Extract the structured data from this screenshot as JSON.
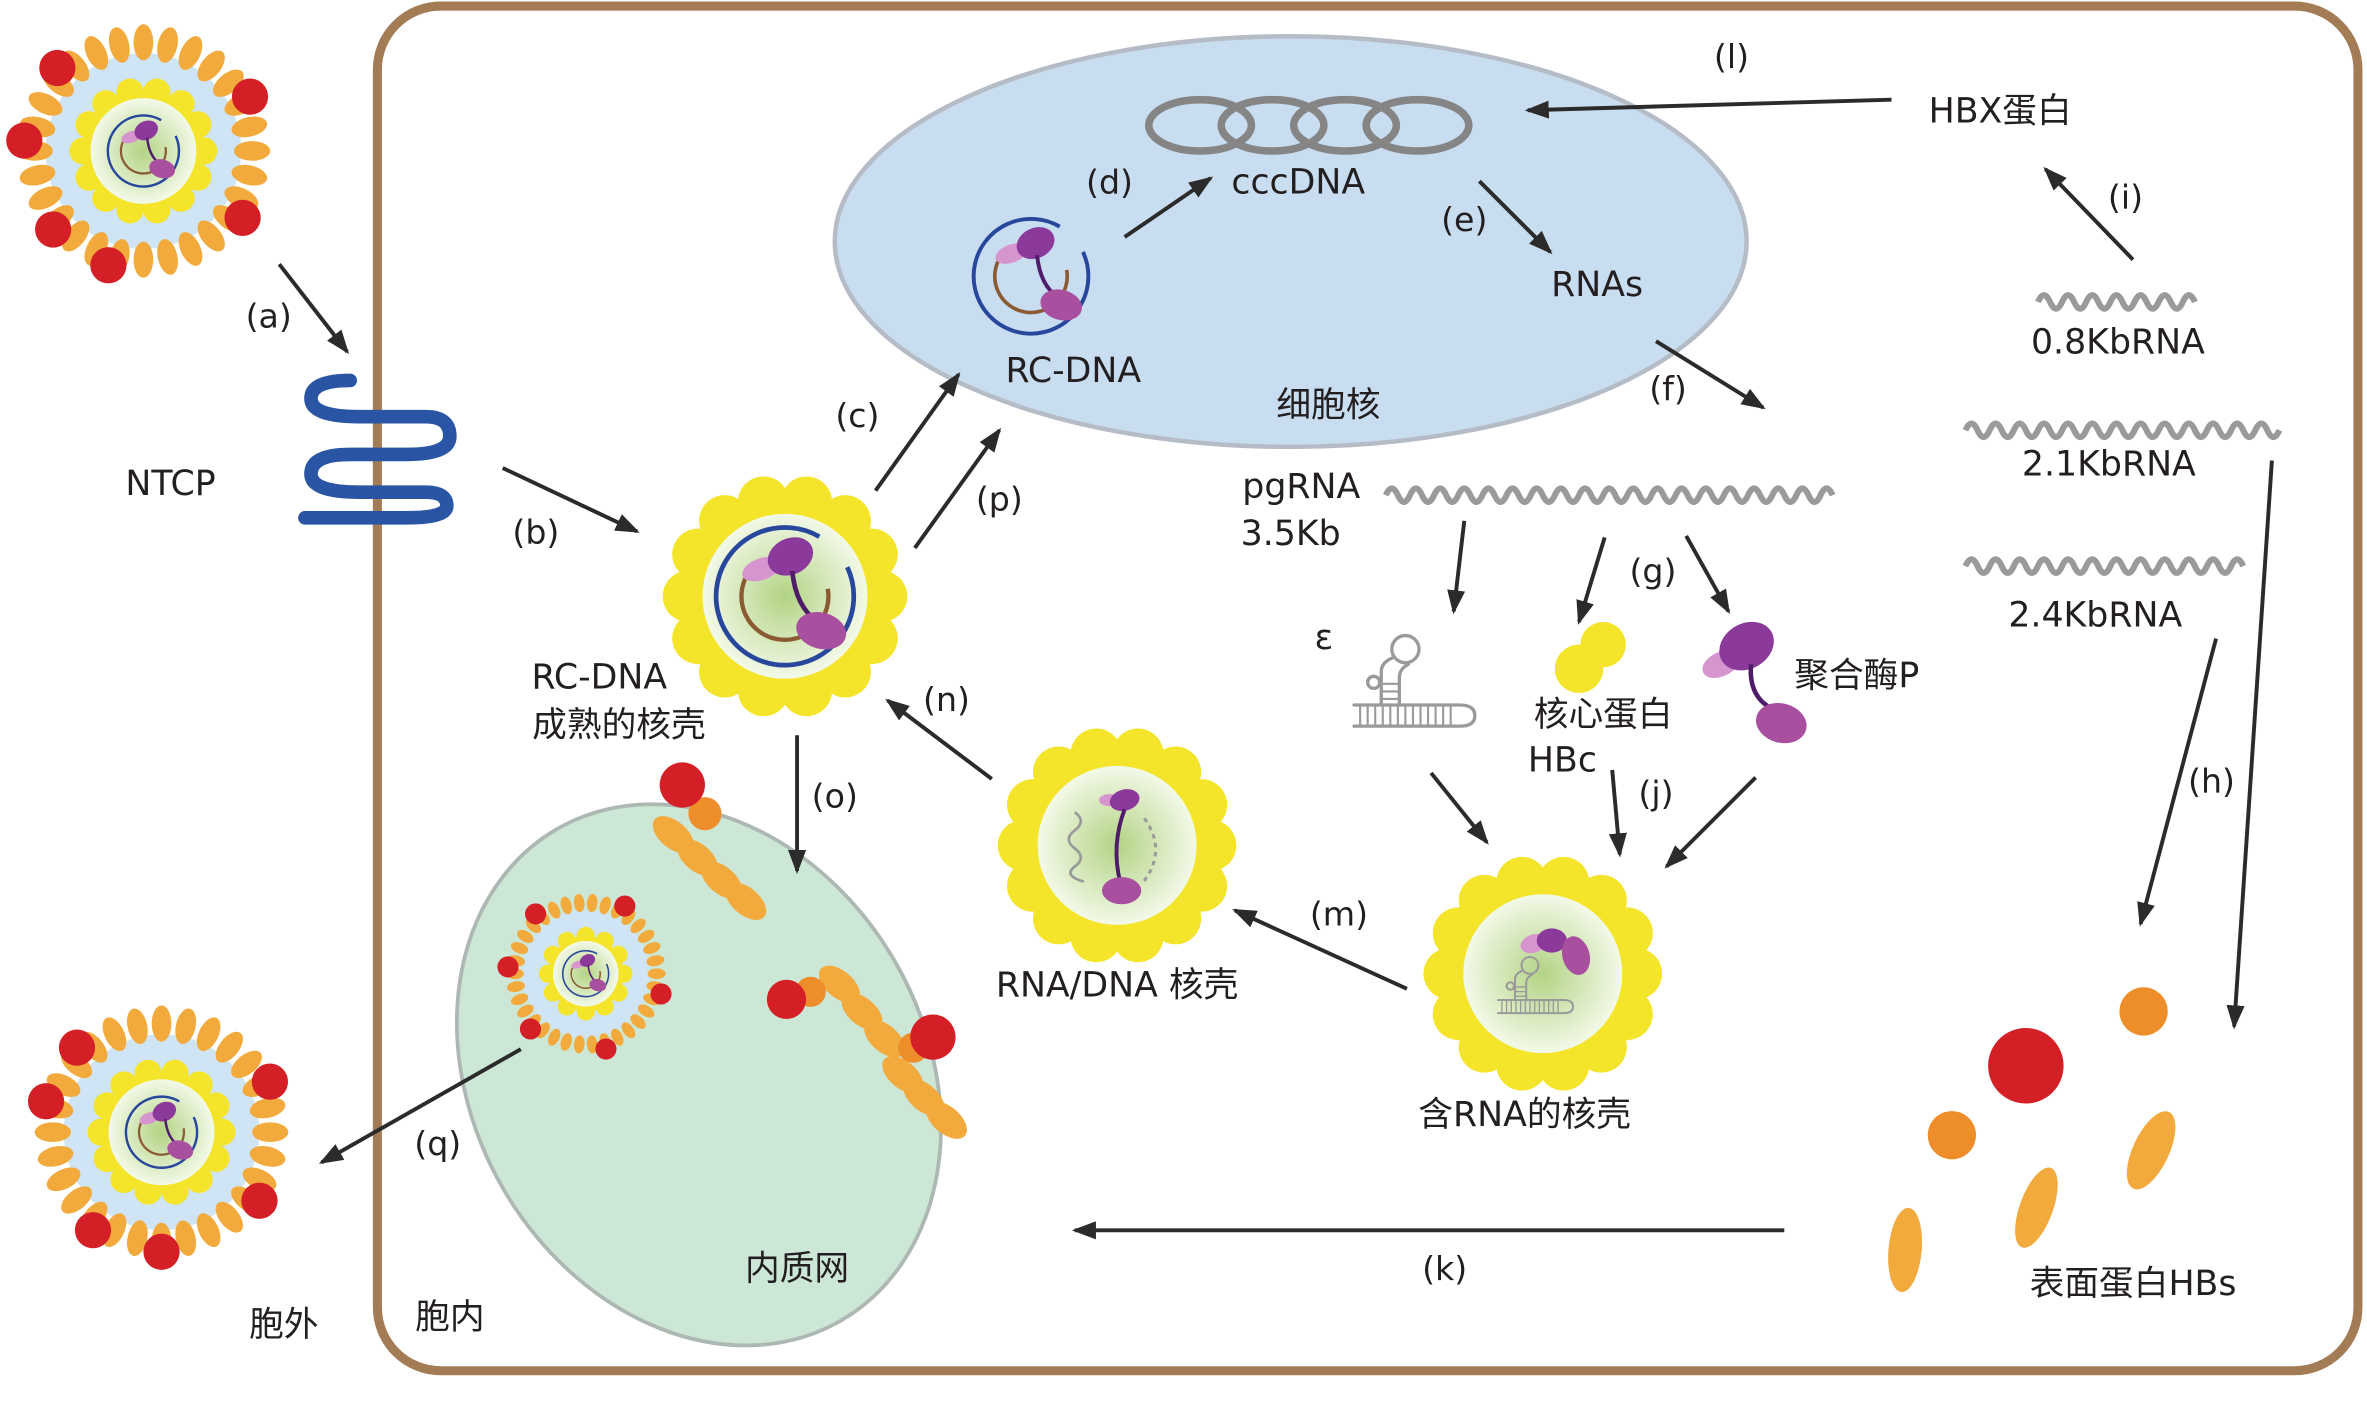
{
  "labels": {
    "ntcp": "NTCP",
    "rc_dna_nucleus": "RC-DNA",
    "cccdna": "cccDNA",
    "rnas": "RNAs",
    "nucleus": "细胞核",
    "hbx": "HBX蛋白",
    "rna_08": "0.8KbRNA",
    "rna_21": "2.1KbRNA",
    "rna_24": "2.4KbRNA",
    "pgrna": "pgRNA",
    "pgrna_size": "3.5Kb",
    "epsilon": "ε",
    "core_protein": "核心蛋白",
    "hbc": "HBc",
    "polymerase": "聚合酶P",
    "rc_dna_capsid": "RC-DNA",
    "mature_capsid": "成熟的核壳",
    "rna_dna_capsid": "RNA/DNA 核壳",
    "rna_capsid": "含RNA的核壳",
    "surface_protein": "表面蛋白HBs",
    "er": "内质网",
    "extracellular": "胞外",
    "intracellular": "胞内"
  },
  "steps": {
    "a": "(a)",
    "b": "(b)",
    "c": "(c)",
    "d": "(d)",
    "e": "(e)",
    "f": "(f)",
    "g": "(g)",
    "h": "(h)",
    "i": "(i)",
    "j": "(j)",
    "k": "(k)",
    "l": "(l)",
    "m": "(m)",
    "n": "(n)",
    "o": "(o)",
    "p": "(p)",
    "q": "(q)"
  },
  "colors": {
    "cell_membrane": "#a37c56",
    "nucleus": "#c9ddf1",
    "nucleus_border": "#b5bcc6",
    "er": "#cde7d7",
    "er_border": "#aeb8b2",
    "orange": "#f2aa3c",
    "orange_dark": "#ee8e2a",
    "red": "#d51f26",
    "yellow": "#f4e42a",
    "envelope_blue": "#cfe4f4",
    "dna_blue": "#27479c",
    "dna_brown": "#8a5a32",
    "purple": "#8b3a9b",
    "purple_mid": "#a8509f",
    "purple_light": "#d795cf",
    "purple_dark": "#4e1c68",
    "rna_gray": "#9a9a9a",
    "ccc_gray": "#858585",
    "ntcp_blue": "#2a55a5",
    "arrow": "#2b2b2b"
  }
}
